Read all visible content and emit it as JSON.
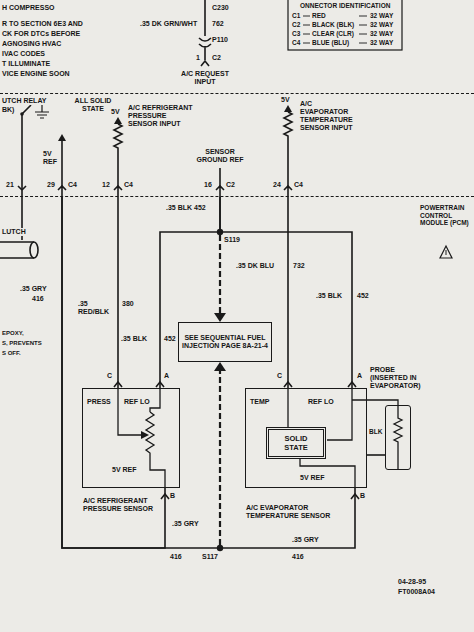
{
  "diagram": {
    "nodes": [
      {
        "text": [
          "POWERTRAIN CONTROL MODULE (PCM)"
        ]
      },
      {
        "text": [
          "A/C REFRIGERANT PRESSURE SENSOR"
        ]
      },
      {
        "text": [
          "A/C EVAPORATOR TEMPERATURE SENSOR"
        ]
      },
      {
        "text": [
          "SOLID STATE"
        ],
        "in": 2
      },
      {
        "text": [
          "SEE SEQUENTIAL FUEL INJECTION PAGE 8A-21-4"
        ]
      },
      {
        "text": [
          "PROBE (INSERTED IN EVAPORATOR)"
        ]
      }
    ],
    "edges": [
      {
        "from": 0,
        "to": 1,
        "arrow": "none"
      },
      {
        "from": 0,
        "to": 1,
        "arrow": "none"
      },
      {
        "from": 0,
        "to": 2,
        "arrow": "none"
      },
      {
        "from": 0,
        "to": 2,
        "arrow": "none"
      },
      {
        "from": 0,
        "to": 1,
        "arrow": "none"
      },
      {
        "from": 0,
        "to": 2,
        "arrow": "none"
      },
      {
        "from": 2,
        "to": 5,
        "arrow": "none"
      }
    ],
    "labels": [
      "H COMPRESSO",
      "R TO SECTION 6E3 AND",
      "CK FOR DTCs BEFORE",
      "AGNOSING HVAC",
      "IVAC CODES",
      "T ILLUMINATE",
      "VICE ENGINE SOON",
      "C230",
      ".35 DK GRN/WHT",
      "762",
      "P110",
      "1",
      "C2",
      "A/C REQUEST INPUT",
      "ONNECTOR IDENTIFICATION",
      "C1",
      "RED",
      "32 WAY",
      "C2",
      "BLACK (BLK)",
      "32 WAY",
      "C3",
      "CLEAR (CLR)",
      "32 WAY",
      "C4",
      "BLUE (BLU)",
      "32 WAY",
      "UTCH RELAY",
      "BK)",
      "ALL SOLID STATE",
      "5V",
      "A/C REFRIGERANT PRESSURE SENSOR INPUT",
      "SENSOR GROUND REF",
      "5V",
      "A/C EVAPORATOR TEMPERATURE SENSOR INPUT",
      "5V REF",
      "21",
      "29",
      "C4",
      "12",
      "C4",
      "16",
      "C2",
      "24",
      "C4",
      ".35 BLK 452",
      "S119",
      ".35 DK BLU",
      "732",
      ".35 GRY",
      "416",
      ".35 RED/BLK",
      "380",
      ".35 BLK",
      "452",
      ".35 BLK",
      "452",
      "C",
      "A",
      "PRESS",
      "REF LO",
      "5V REF",
      "B",
      "C",
      "A",
      "TEMP",
      "REF LO",
      "5V REF",
      "BLK",
      "B",
      ".35 GRY",
      "416",
      "S117",
      ".35 GRY",
      "416",
      "04-28-95",
      "FT0008A04",
      "LUTCH",
      "EPOXY,",
      "S, PREVENTS",
      "S OFF."
    ]
  }
}
